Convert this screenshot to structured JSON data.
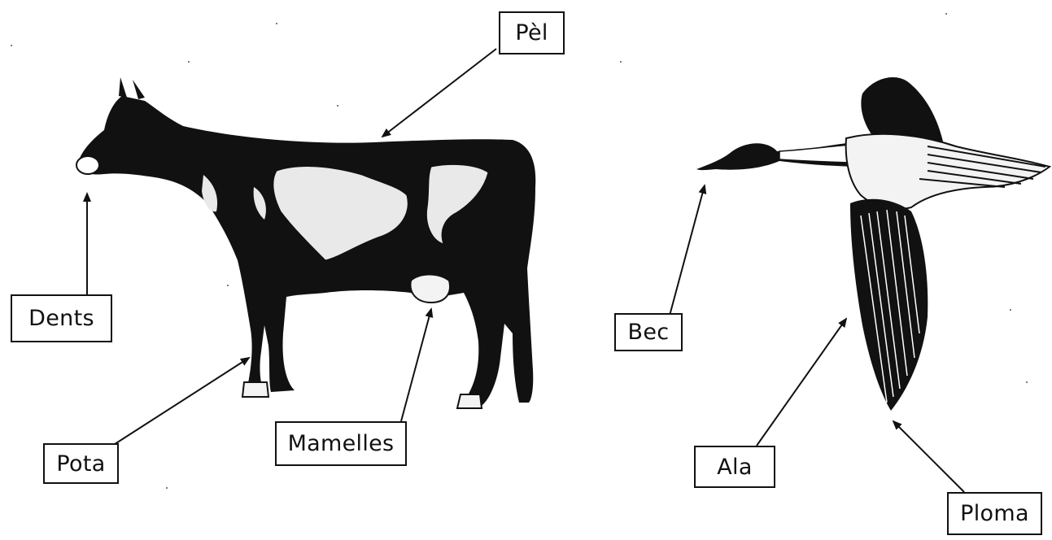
{
  "labels": {
    "pel": "Pèl",
    "dents": "Dents",
    "pota": "Pota",
    "mamelles": "Mamelles",
    "bec": "Bec",
    "ala": "Ala",
    "ploma": "Ploma"
  },
  "colors": {
    "ink": "#111111",
    "background": "#ffffff",
    "patch": "#e9e9e9"
  }
}
